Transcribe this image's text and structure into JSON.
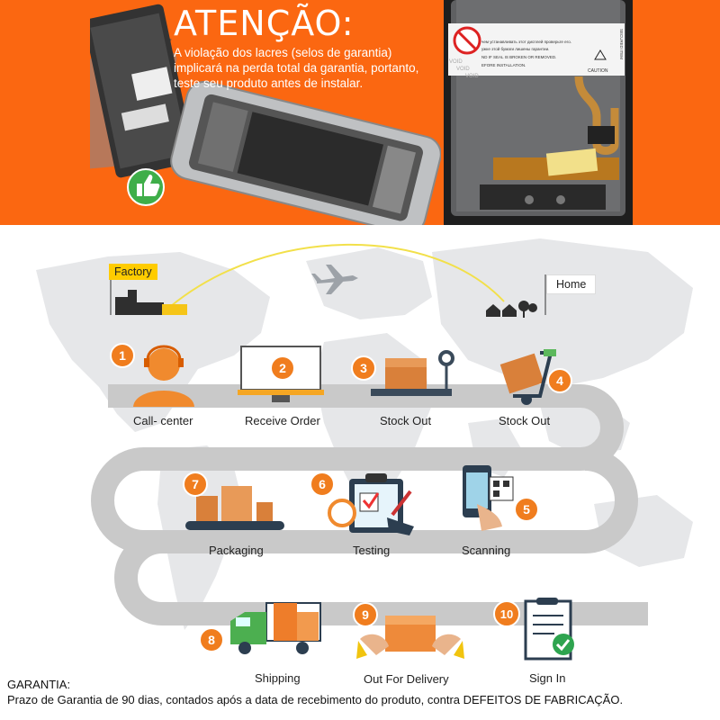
{
  "banner": {
    "title": "ATENÇÃO:",
    "text": "A violação dos lacres (selos de garantia) implicará na perda total da garantia, portanto, teste seu produto antes de instalar.",
    "sticker_lines": [
      "чем устанавливать этот дисплей проверьте его.",
      "ужке этой бумаги лишены гарантии.",
      "ND IF SEAL IS BROKEN OR REMOVED.",
      "EFORE INSTALLATION."
    ],
    "sticker_caution": "CAUTION",
    "sticker_side": "SECURED ITEM",
    "void_text": "VOID"
  },
  "route": {
    "origin": "Factory",
    "destination": "Home"
  },
  "steps": [
    {
      "num": "1",
      "label": "Call- center"
    },
    {
      "num": "2",
      "label": "Receive Order"
    },
    {
      "num": "3",
      "label": "Stock Out"
    },
    {
      "num": "4",
      "label": "Stock Out"
    },
    {
      "num": "5",
      "label": "Scanning"
    },
    {
      "num": "6",
      "label": "Testing"
    },
    {
      "num": "7",
      "label": "Packaging"
    },
    {
      "num": "8",
      "label": "Shipping"
    },
    {
      "num": "9",
      "label": "Out For Delivery"
    },
    {
      "num": "10",
      "label": "Sign In"
    }
  ],
  "footer": {
    "heading": "GARANTIA:",
    "text": "Prazo de Garantia de 90 dias, contados após a data de recebimento do produto, contra DEFEITOS DE FABRICAÇÃO."
  },
  "colors": {
    "orange": "#fb6711",
    "road": "#c9c9c9",
    "badge": "#f07d1e",
    "yellow": "#ffcc00"
  }
}
